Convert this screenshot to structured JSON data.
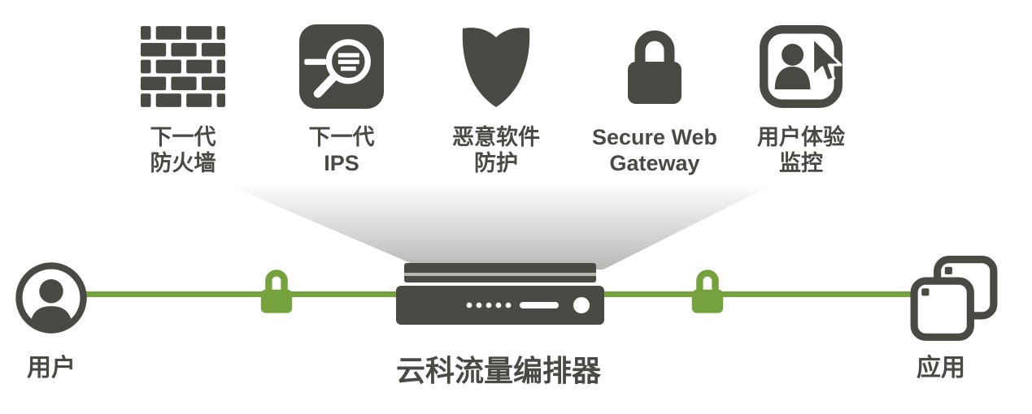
{
  "services": [
    {
      "line1": "下一代",
      "line2": "防火墙",
      "icon": "firewall-icon"
    },
    {
      "line1": "下一代",
      "line2": "IPS",
      "icon": "magnifier-inspection-icon"
    },
    {
      "line1": "恶意软件",
      "line2": "防护",
      "icon": "shield-icon"
    },
    {
      "line1": "Secure Web",
      "line2": "Gateway",
      "icon": "padlock-icon"
    },
    {
      "line1": "用户体验",
      "line2": "监控",
      "icon": "user-cursor-icon"
    }
  ],
  "flow": {
    "user_label": "用户",
    "orchestrator_label": "云科流量编排器",
    "apps_label": "应用"
  },
  "colors": {
    "dark": "#4a4a45",
    "green": "#76a23d"
  }
}
